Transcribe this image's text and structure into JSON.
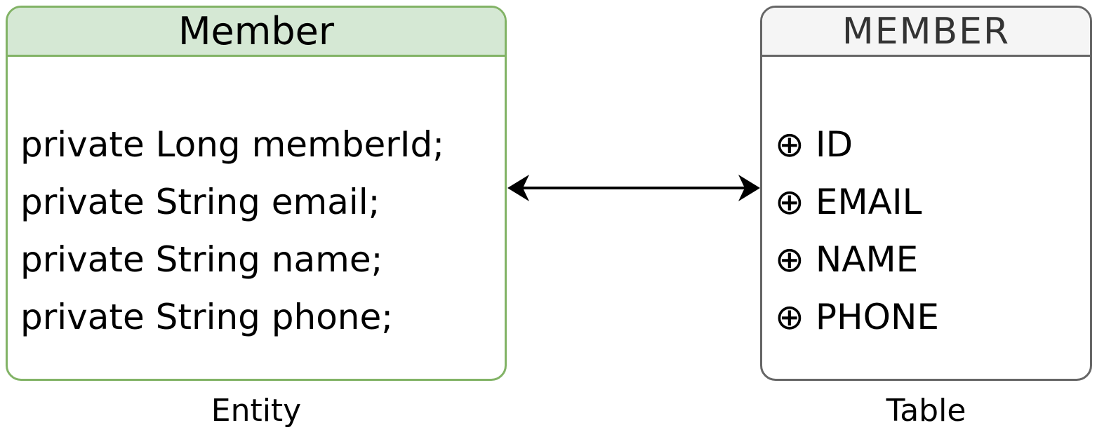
{
  "canvas": {
    "background": "#ffffff"
  },
  "entity_box": {
    "title": "Member",
    "fields": [
      "private Long memberId;",
      "private String email;",
      "private String name;",
      "private String phone;"
    ],
    "caption": "Entity",
    "colors": {
      "header_bg": "#d5e8d4",
      "border": "#82b366",
      "title_text": "#000000",
      "body_text": "#000000"
    }
  },
  "table_box": {
    "title": "MEMBER",
    "columns": [
      {
        "icon": "circled-plus-icon",
        "name": "ID"
      },
      {
        "icon": "circled-plus-icon",
        "name": "EMAIL"
      },
      {
        "icon": "circled-plus-icon",
        "name": "NAME"
      },
      {
        "icon": "circled-plus-icon",
        "name": "PHONE"
      }
    ],
    "caption": "Table",
    "colors": {
      "header_bg": "#f5f5f5",
      "border": "#666666",
      "title_text": "#333333",
      "body_text": "#000000"
    }
  },
  "icons": {
    "circled_plus_glyph": "⊕"
  },
  "arrow": {
    "type": "double-headed-horizontal",
    "color": "#000000"
  }
}
